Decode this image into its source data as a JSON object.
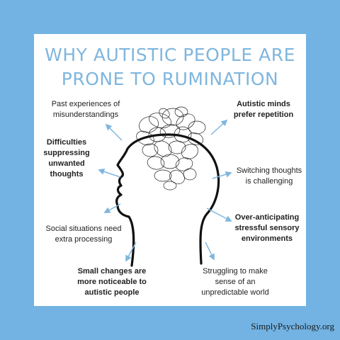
{
  "title": {
    "line1": "WHY AUTISTIC PEOPLE ARE",
    "line2": "PRONE TO RUMINATION"
  },
  "labels": {
    "past_line1": "Past experiences of",
    "past_line2": "misunderstandings",
    "repetition_line1": "Autistic minds",
    "repetition_line2": "prefer repetition",
    "difficulties_line1": "Difficulties",
    "difficulties_line2": "suppressing",
    "difficulties_line3": "unwanted",
    "difficulties_line4": "thoughts",
    "switching_line1": "Switching thoughts",
    "switching_line2": "is challenging",
    "social_line1": "Social situations need",
    "social_line2": "extra processing",
    "anticipating_line1": "Over-anticipating",
    "anticipating_line2": "stressful sensory",
    "anticipating_line3": "environments",
    "small_line1": "Small changes are",
    "small_line2": "more noticeable to",
    "small_line3": "autistic people",
    "struggling_line1": "Struggling to make",
    "struggling_line2": "sense of an",
    "struggling_line3": "unpredictable world"
  },
  "credit": "SimplyPsychology.org",
  "colors": {
    "background": "#72b3e3",
    "title": "#7fb6de",
    "arrow": "#7fb6de",
    "head": "#111111"
  }
}
